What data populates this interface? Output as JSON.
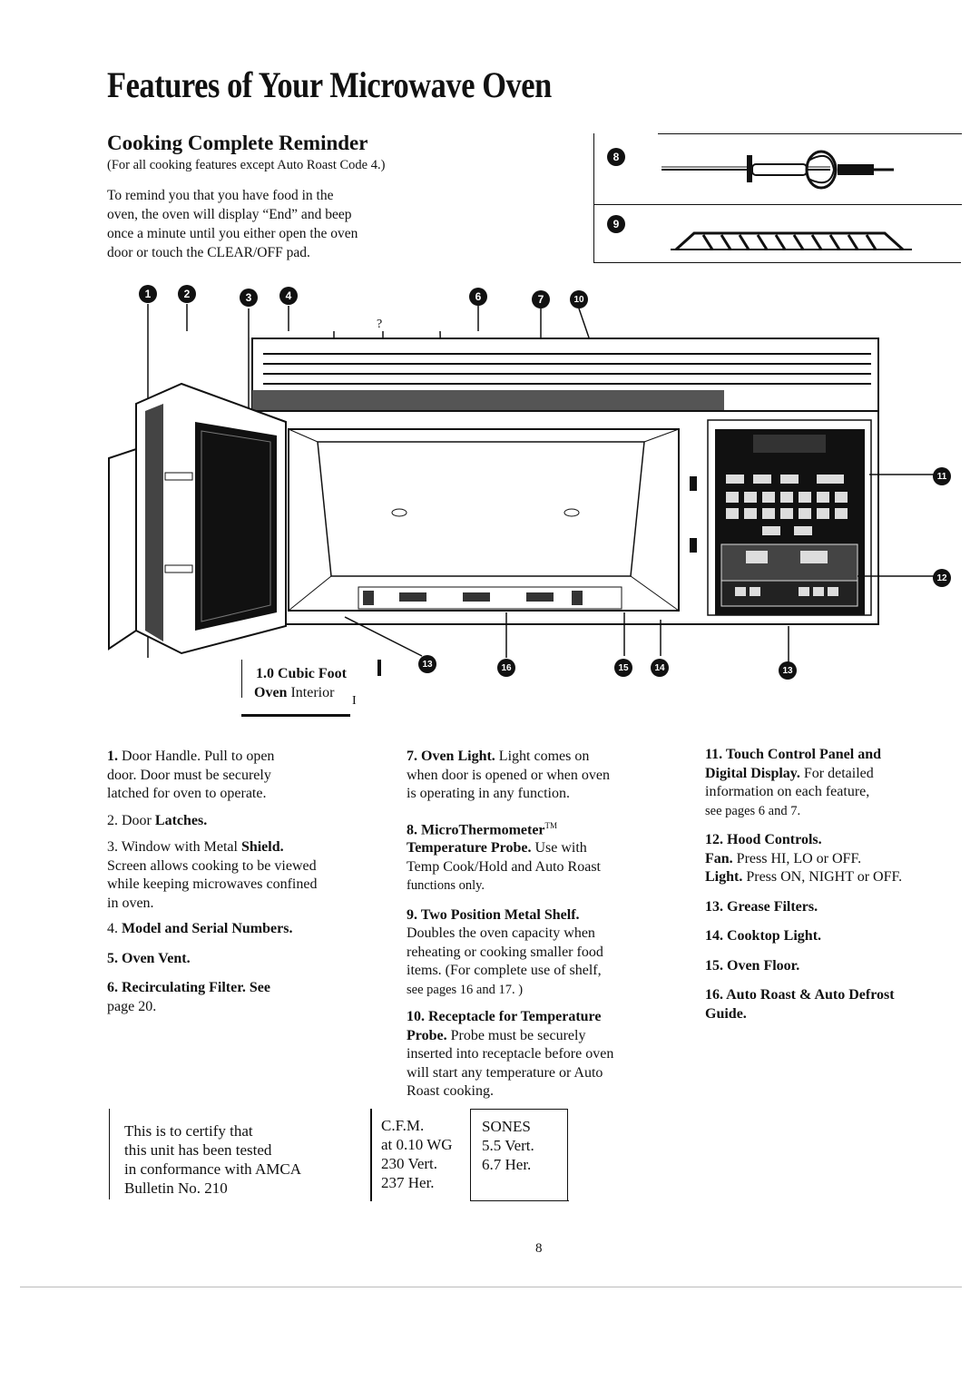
{
  "title": "Features of Your Microwave Oven",
  "section": {
    "heading": "Cooking Complete Reminder",
    "note": "(For all cooking features except Auto Roast Code 4.)",
    "body_lines": [
      "To remind you that you have food in the",
      "oven, the oven will display “End” and beep",
      "once a minute until you either open the oven",
      "door or touch the CLEAR/OFF pad."
    ]
  },
  "callouts": {
    "top": [
      "1",
      "2",
      "3",
      "4",
      "6",
      "7",
      "10"
    ],
    "right": [
      "11",
      "12"
    ],
    "bottom": [
      "13",
      "16",
      "15",
      "14",
      "13"
    ],
    "accessory_a": "8",
    "accessory_b": "9",
    "stray": "?"
  },
  "oven_label": {
    "line1": "1.0 Cubic Foot",
    "line2_bold": "Oven",
    "line2_rest": " Interior",
    "mark": "I"
  },
  "features_col1": {
    "f1_num": "1.",
    "f1_l1": " Door Handle. Pull to open",
    "f1_l2": "door. Door must be securely",
    "f1_l3": "latched for oven to operate.",
    "f2_prefix": "2. Door ",
    "f2_bold": "Latches.",
    "f3_prefix": "3. Window with Metal ",
    "f3_bold": "Shield.",
    "f3_l2": "Screen allows cooking to be viewed",
    "f3_l3": "while keeping microwaves confined",
    "f3_l4": "in oven.",
    "f4_prefix": "4. ",
    "f4_bold": "Model and Serial Numbers.",
    "f5": "5. Oven Vent.",
    "f6": "6. Recirculating Filter. See",
    "f6_l2": "page 20."
  },
  "features_col2": {
    "f7_bold": "7. Oven Light.",
    "f7_l1": " Light comes on",
    "f7_l2": "when door is opened or when oven",
    "f7_l3": "is operating in any function.",
    "f8_bold": "8.  MicroThermometer",
    "f8_tm": "TM",
    "f8_bold2": "Temperature Probe.",
    "f8_l2": " Use with",
    "f8_l3": "Temp Cook/Hold and Auto Roast",
    "f8_l4": "functions  only.",
    "f9_bold": "9. Two Position Metal Shelf.",
    "f9_l2": "Doubles the oven capacity when",
    "f9_l3": "reheating or cooking smaller food",
    "f9_l4": "items. (For complete use of shelf,",
    "f9_l5": "see pages 16 and 17. )",
    "f10_bold": "10. Receptacle for Temperature",
    "f10_bold2": "Probe.",
    "f10_l2": " Probe must be securely",
    "f10_l3": "inserted into receptacle before oven",
    "f10_l4": "will start any temperature or Auto",
    "f10_l5": "Roast cooking."
  },
  "features_col3": {
    "f11_bold": "11. Touch Control Panel and",
    "f11_bold2": "Digital Display.",
    "f11_l2": " For detailed",
    "f11_l3": "information on each feature,",
    "f11_l4": "see pages 6 and 7.",
    "f12_bold": "12.  Hood Controls.",
    "f12_fan": "Fan.",
    "f12_fan_rest": " Press HI, LO or OFF.",
    "f12_light": "Light.",
    "f12_light_rest": " Press ON, NIGHT or OFF.",
    "f13": "13. Grease Filters.",
    "f14": "14. Cooktop Light.",
    "f15": "15. Oven Floor.",
    "f16": "16. Auto Roast & Auto Defrost",
    "f16_l2": "Guide."
  },
  "certification": {
    "text_lines": [
      "This is to certify that",
      "this unit has been tested",
      "in conformance with AMCA",
      "Bulletin No. 210"
    ],
    "cfm_lines": [
      "C.F.M.",
      "at 0.10 WG",
      "230 Vert.",
      "237 Her."
    ],
    "sones_lines": [
      "SONES",
      "5.5 Vert.",
      "6.7 Her."
    ]
  },
  "page_number": "8"
}
